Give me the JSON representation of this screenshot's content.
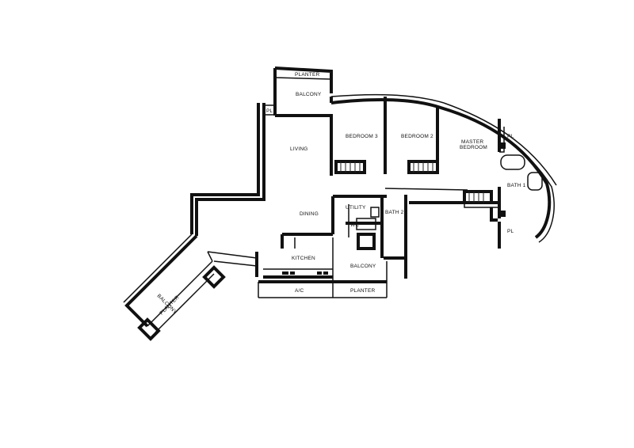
{
  "rooms": {
    "planter_top": "PLANTER",
    "balcony_top": "BALCONY",
    "pl_left": "PL",
    "living": "LIVING",
    "bedroom3": "BEDROOM 3",
    "bedroom2": "BEDROOM 2",
    "master_line1": "MASTER",
    "master_line2": "BEDROOM",
    "pl_right_top": "PL",
    "bath1": "BATH 1",
    "pl_right_bottom": "PL",
    "utility": "UTILITY",
    "bath2": "BATH 2",
    "wc": "WC",
    "dining": "DINING",
    "kitchen": "KITCHEN",
    "balcony_mid": "BALCONY",
    "ac": "A/C",
    "planter_mid": "PLANTER",
    "balcony_diag": "BALCONY",
    "planter_diag": "PLANTER"
  }
}
